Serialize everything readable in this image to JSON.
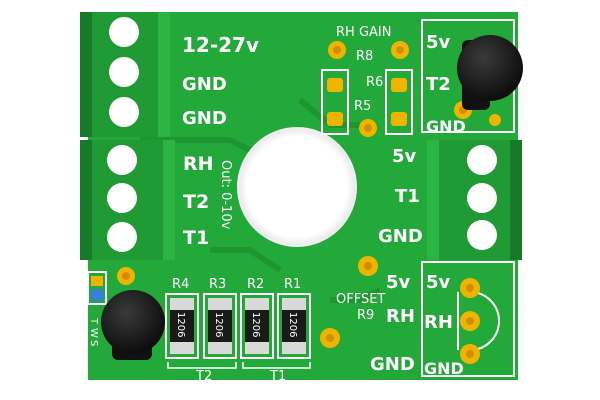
{
  "colors": {
    "pcb": "#22a93a",
    "pcb_dark": "#1c8f31",
    "terminal": "#1f9a35",
    "terminal_dark": "#167a28",
    "pad_gold": "#f0b400",
    "silkscreen": "#ffffff",
    "component_black": "#1a1a1a"
  },
  "power_terminal": {
    "labels": [
      "12-27v",
      "GND",
      "GND"
    ]
  },
  "output_terminal": {
    "labels": [
      "RH",
      "T2",
      "T1"
    ],
    "note": "Out: 0-10v"
  },
  "right_terminal": {
    "labels": [
      "5v",
      "T1",
      "GND"
    ]
  },
  "top_right": {
    "labels": [
      "5v",
      "T2",
      "GND"
    ]
  },
  "bottom_right": {
    "labels": [
      "5v",
      "RH",
      "GND"
    ]
  },
  "rh_gain": {
    "title": "RH GAIN",
    "r8": "R8",
    "r6": "R6",
    "r5": "R5"
  },
  "offset": {
    "title": "OFFSET",
    "r9": "R9",
    "r9_5v": "5v",
    "r9_rh": "RH",
    "r9_gnd": "GND"
  },
  "resistors": [
    {
      "ref": "R4",
      "code": "1206"
    },
    {
      "ref": "R3",
      "code": "1206"
    },
    {
      "ref": "R2",
      "code": "1206"
    },
    {
      "ref": "R1",
      "code": "1206"
    }
  ],
  "bottom_labels": {
    "t2": "T2",
    "t1": "T1"
  },
  "jumper_marks": [
    "T",
    "W",
    "S"
  ]
}
